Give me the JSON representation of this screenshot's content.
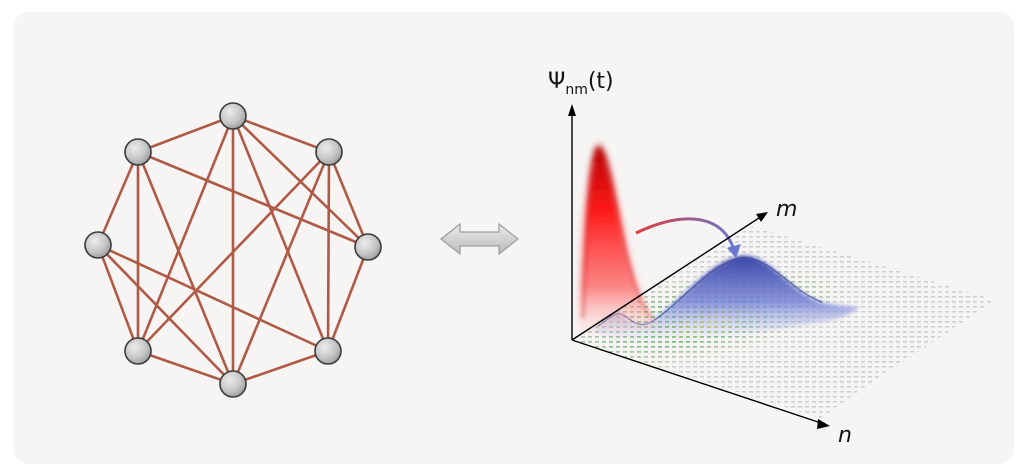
{
  "graph": {
    "nodes": [
      {
        "id": "top"
      },
      {
        "id": "upper-left"
      },
      {
        "id": "upper-right"
      },
      {
        "id": "left"
      },
      {
        "id": "right"
      },
      {
        "id": "lower-left"
      },
      {
        "id": "lower-right"
      },
      {
        "id": "bottom"
      }
    ],
    "edges": [
      [
        "top",
        "upper-left"
      ],
      [
        "top",
        "upper-right"
      ],
      [
        "top",
        "right"
      ],
      [
        "top",
        "lower-left"
      ],
      [
        "top",
        "bottom"
      ],
      [
        "top",
        "lower-right"
      ],
      [
        "upper-left",
        "left"
      ],
      [
        "upper-left",
        "lower-left"
      ],
      [
        "upper-left",
        "right"
      ],
      [
        "upper-left",
        "bottom"
      ],
      [
        "upper-right",
        "right"
      ],
      [
        "upper-right",
        "lower-left"
      ],
      [
        "upper-right",
        "bottom"
      ],
      [
        "upper-right",
        "lower-right"
      ],
      [
        "left",
        "lower-left"
      ],
      [
        "left",
        "lower-right"
      ],
      [
        "left",
        "bottom"
      ],
      [
        "right",
        "lower-right"
      ],
      [
        "lower-left",
        "bottom"
      ],
      [
        "lower-right",
        "bottom"
      ]
    ],
    "edge_color": "#b05a45",
    "node_color": "#c8c8c8"
  },
  "equivalence_icon": "double-headed-arrow",
  "plot": {
    "y_axis_label": {
      "symbol": "Ψ",
      "subscript": "nm",
      "argument": "(t)"
    },
    "m_axis_label": "m",
    "n_axis_label": "n",
    "initial_peak_color": "#e81010",
    "evolved_peak_color": "#4a55b5",
    "transition_arrow": "red-to-blue-curved-arrow"
  }
}
